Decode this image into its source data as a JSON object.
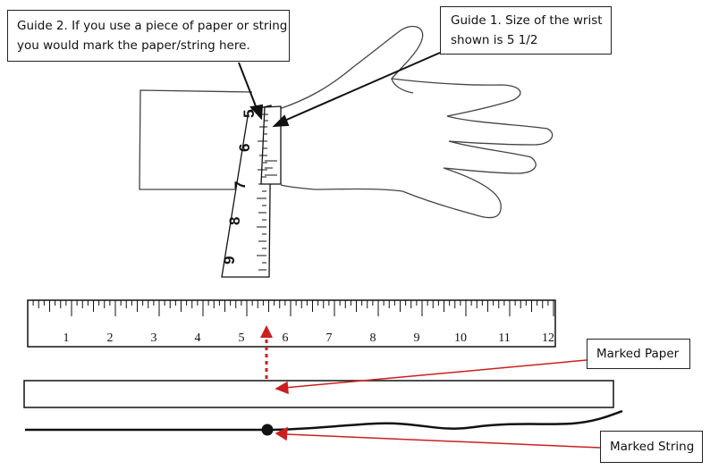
{
  "callouts": {
    "guide2": {
      "line1": "Guide 2.  If you use a piece of paper or string",
      "line2": "you would mark the paper/string here."
    },
    "guide1": {
      "line1": "Guide 1. Size of the wrist",
      "line2": "shown is 5 1/2"
    },
    "marked_paper": "Marked Paper",
    "marked_string": "Marked String"
  },
  "ruler": {
    "numbers": [
      "1",
      "2",
      "3",
      "4",
      "5",
      "6",
      "7",
      "8",
      "9",
      "10",
      "11",
      "12"
    ]
  },
  "tape": {
    "numbers": [
      "5",
      "6",
      "7",
      "8",
      "9"
    ]
  },
  "colors": {
    "outline": "#111111",
    "annotation_arrow": "#cc1f1f",
    "hand": "#444444"
  }
}
